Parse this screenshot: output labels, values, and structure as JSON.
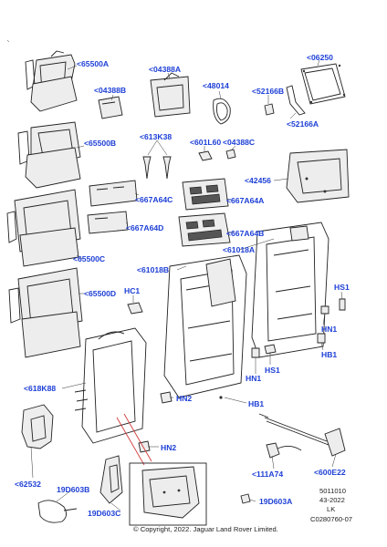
{
  "callouts": [
    {
      "id": "65500A",
      "text": "<65500A"
    },
    {
      "id": "04388A",
      "text": "<04388A"
    },
    {
      "id": "06250",
      "text": "<06250"
    },
    {
      "id": "04388B",
      "text": "<04388B"
    },
    {
      "id": "48014",
      "text": "<48014"
    },
    {
      "id": "52166B",
      "text": "<52166B"
    },
    {
      "id": "52166A",
      "text": "<52166A"
    },
    {
      "id": "65500B",
      "text": "<65500B"
    },
    {
      "id": "613K38",
      "text": "<613K38"
    },
    {
      "id": "601L60",
      "text": "<601L60"
    },
    {
      "id": "04388C",
      "text": "<04388C"
    },
    {
      "id": "42456",
      "text": "<42456"
    },
    {
      "id": "667A64C",
      "text": "<667A64C"
    },
    {
      "id": "667A64A",
      "text": "<667A64A"
    },
    {
      "id": "667A64D",
      "text": "<667A64D"
    },
    {
      "id": "667A64B",
      "text": "<667A64B"
    },
    {
      "id": "61018A",
      "text": "<61018A"
    },
    {
      "id": "65500C",
      "text": "<65500C"
    },
    {
      "id": "61018B",
      "text": "<61018B"
    },
    {
      "id": "HC1",
      "text": "HC1"
    },
    {
      "id": "HS1-top",
      "text": "HS1"
    },
    {
      "id": "65500D",
      "text": "<65500D"
    },
    {
      "id": "HN1",
      "text": "HN1"
    },
    {
      "id": "HB1-right",
      "text": "HB1"
    },
    {
      "id": "618K88",
      "text": "<618K88"
    },
    {
      "id": "HN1-lower",
      "text": "HN1"
    },
    {
      "id": "HS1-lower",
      "text": "HS1"
    },
    {
      "id": "HN2-upper",
      "text": "HN2"
    },
    {
      "id": "HB1-center",
      "text": "HB1"
    },
    {
      "id": "HN2-lower",
      "text": "HN2"
    },
    {
      "id": "62532",
      "text": "<62532"
    },
    {
      "id": "111A74",
      "text": "<111A74"
    },
    {
      "id": "600E22",
      "text": "<600E22"
    },
    {
      "id": "19D603B",
      "text": "19D603B"
    },
    {
      "id": "19D603A",
      "text": "19D603A"
    },
    {
      "id": "19D603C",
      "text": "19D603C"
    }
  ],
  "footer": {
    "copyright": "© Copyright, 2022. Jaguar Land Rover Limited.",
    "code_1": "5011010",
    "code_2": "43-2022",
    "code_3": "LK",
    "code_4": "C0280760-07"
  },
  "colors": {
    "callout": "#1d3fd6",
    "line": "#222222",
    "highlight": "#d23b3b"
  }
}
